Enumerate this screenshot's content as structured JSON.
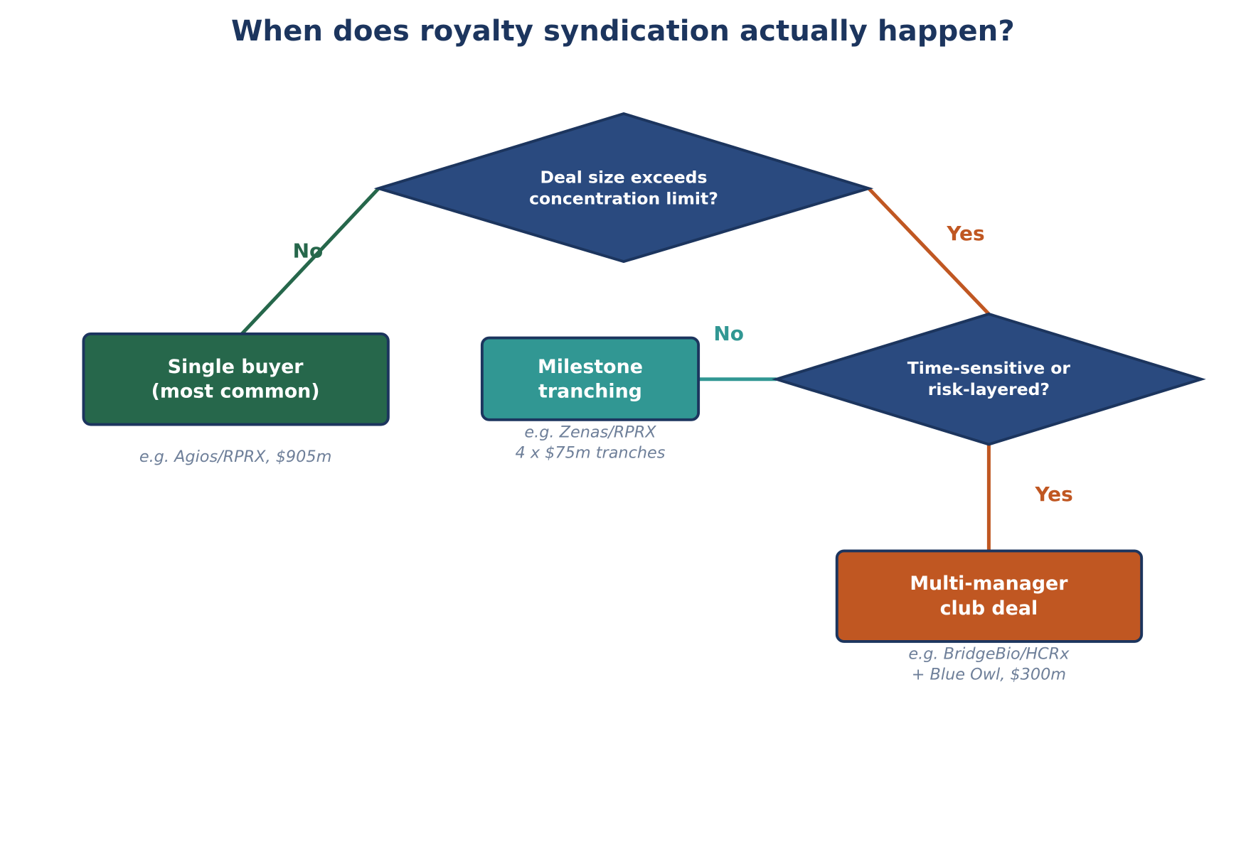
{
  "title": "When does royalty syndication actually happen?",
  "colors": {
    "title": "#1c355e",
    "diamond_fill": "#2a4a7f",
    "outline": "#1c355e",
    "single_buyer": "#26674b",
    "milestone": "#319793",
    "multi_manager": "#c05722",
    "caption": "#6e7f99",
    "edge_no_green": "#26674b",
    "edge_no_teal": "#319793",
    "edge_yes": "#c05722"
  },
  "nodes": {
    "decision_deal_size": {
      "lines": [
        "Deal size exceeds",
        "concentration limit?"
      ]
    },
    "decision_time_sensitive": {
      "lines": [
        "Time-sensitive or",
        "risk-layered?"
      ]
    },
    "single_buyer": {
      "lines": [
        "Single buyer",
        "(most common)"
      ],
      "caption": [
        "e.g. Agios/RPRX, $905m"
      ]
    },
    "milestone_tranching": {
      "lines": [
        "Milestone",
        "tranching"
      ],
      "caption": [
        "e.g. Zenas/RPRX",
        "4 x $75m tranches"
      ]
    },
    "multi_manager": {
      "lines": [
        "Multi-manager",
        "club deal"
      ],
      "caption": [
        "e.g. BridgeBio/HCRx",
        "+ Blue Owl, $300m"
      ]
    }
  },
  "edges": {
    "deal_size_no": {
      "label": "No",
      "from": "decision_deal_size",
      "to": "single_buyer"
    },
    "deal_size_yes": {
      "label": "Yes",
      "from": "decision_deal_size",
      "to": "decision_time_sensitive"
    },
    "time_sensitive_no": {
      "label": "No",
      "from": "decision_time_sensitive",
      "to": "milestone_tranching"
    },
    "time_sensitive_yes": {
      "label": "Yes",
      "from": "decision_time_sensitive",
      "to": "multi_manager"
    }
  }
}
